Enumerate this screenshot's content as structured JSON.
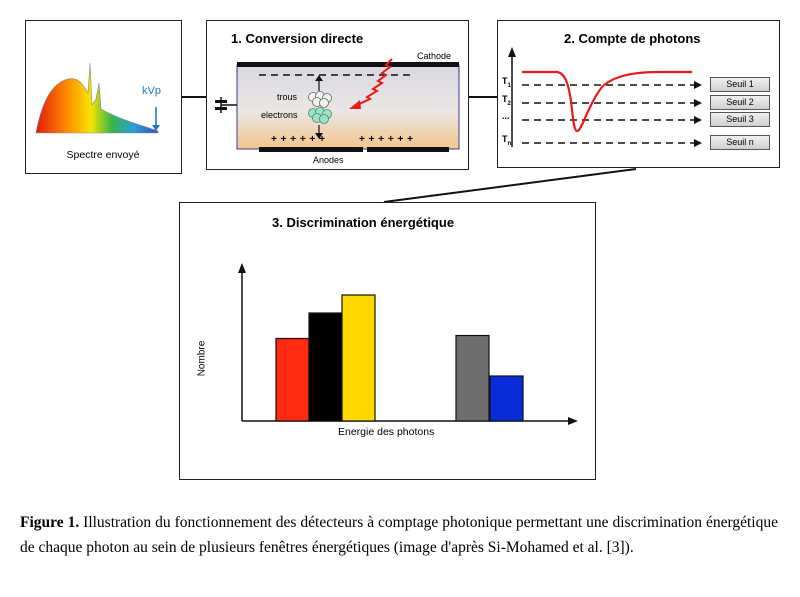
{
  "panel_spectrum": {
    "kvp_label": "kVp",
    "caption": "Spectre envoyé"
  },
  "panel_conversion": {
    "title": "1. Conversion directe",
    "cathode_label": "Cathode",
    "anodes_label": "Anodes",
    "holes_label": "trous",
    "electrons_label": "electrons",
    "plus_signs_left": "+ + + + + +",
    "plus_signs_right": "+ + + + + +"
  },
  "panel_counting": {
    "title": "2. Compte de photons",
    "thresholds": [
      {
        "label": "T",
        "sub": "1",
        "seuil": "Seuil 1"
      },
      {
        "label": "T",
        "sub": "2",
        "seuil": "Seuil 2"
      },
      {
        "label": "...",
        "sub": "",
        "seuil": "Seuil 3"
      },
      {
        "label": "T",
        "sub": "n",
        "seuil": "Seuil n"
      }
    ]
  },
  "panel_discrimination": {
    "title": "3. Discrimination énergétique",
    "ylabel": "Nombre",
    "xlabel": "Energie des photons",
    "bars": [
      {
        "value": 0.55,
        "color": "#ff2a12"
      },
      {
        "value": 0.72,
        "color": "#000000"
      },
      {
        "value": 0.84,
        "color": "#ffd800"
      },
      {
        "value": 0.57,
        "color": "#6e6e6e"
      },
      {
        "value": 0.3,
        "color": "#0a2bd8"
      }
    ]
  },
  "caption": {
    "label": "Figure 1.",
    "text": " Illustration du fonctionnement des détecteurs à comptage photonique permettant une discrimination énergétique de chaque photon au sein de plusieurs fenêtres énergétiques (image d'après Si-Mohamed et al. [3])."
  }
}
